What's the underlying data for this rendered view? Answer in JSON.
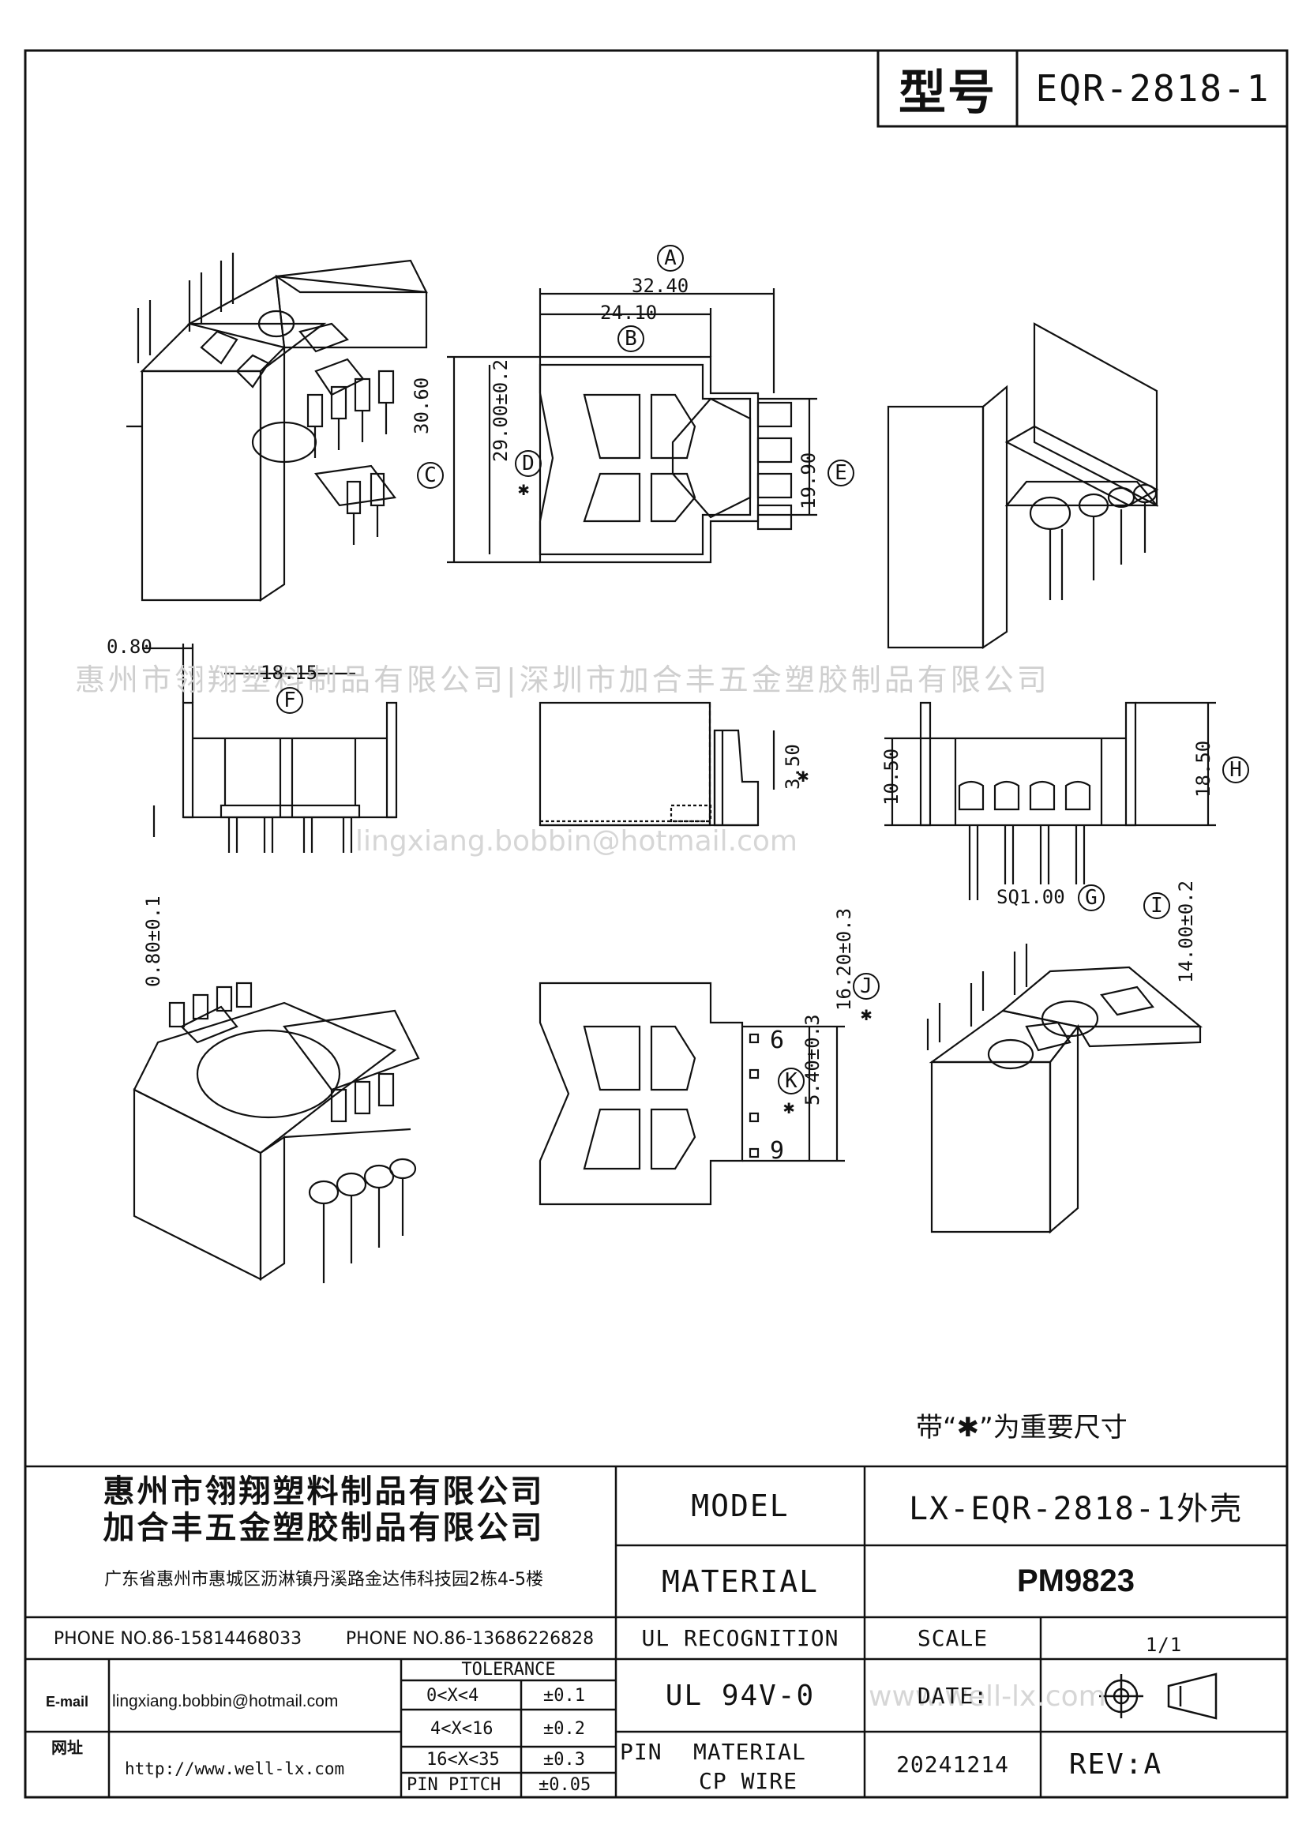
{
  "header": {
    "model_label": "型号",
    "model_value": "EQR-2818-1"
  },
  "watermarks": {
    "company_line": "惠州市翎翔塑料制品有限公司|深圳市加合丰五金塑胶制品有限公司",
    "email": "lingxiang.bobbin@hotmail.com",
    "website": "www.well-lx.com"
  },
  "dimensions": {
    "a_label": "A",
    "a_value": "32.40",
    "b_label": "B",
    "b_value": "24.10",
    "c_label": "C",
    "c_value": "30.60",
    "d_label": "D",
    "d_value": "29.00±0.2",
    "e_label": "E",
    "e_value": "19.90",
    "f_label": "F",
    "f_value": "18.15",
    "f_side_value": "0.80",
    "pin_height": "0.80±0.1",
    "side_value": "3.50",
    "g_label": "G",
    "g_value": "SQ1.00",
    "h_label": "H",
    "h_value": "18.50",
    "i_label": "I",
    "i_value": "14.00±0.2",
    "height_value": "10.50",
    "j_label": "J",
    "j_value": "16.20±0.3",
    "k_label": "K",
    "k_value": "5.40±0.3",
    "pin_6": "6",
    "pin_9": "9",
    "star": "✱"
  },
  "note": "带“✱”为重要尺寸",
  "title_block": {
    "company_1": "惠州市翎翔塑料制品有限公司",
    "company_2": "加合丰五金塑胶制品有限公司",
    "address": "广东省惠州市惠城区沥淋镇丹溪路金达伟科技园2栋4-5楼",
    "phone_1": "PHONE NO.86-15814468033",
    "phone_2": "PHONE NO.86-13686226828",
    "email_label": "E-mail",
    "email_value": "lingxiang.bobbin@hotmail.com",
    "web_label": "网址",
    "web_value": "http://www.well-lx.com",
    "tolerance_header": "TOLERANCE",
    "tolerance_rows": [
      {
        "range": "0<X<4",
        "tol": "±0.1"
      },
      {
        "range": "4<X<16",
        "tol": "±0.2"
      },
      {
        "range": "16<X<35",
        "tol": "±0.3"
      },
      {
        "range": "PIN PITCH",
        "tol": "±0.05"
      }
    ],
    "model_label": "MODEL",
    "model_value": "LX-EQR-2818-1外壳",
    "material_label": "MATERIAL",
    "material_value": "PM9823",
    "ul_label": "UL RECOGNITION",
    "ul_value": "UL 94V-0",
    "scale_label": "SCALE",
    "scale_value": "1/1",
    "date_label": "DATE:",
    "date_value": "20241214",
    "pin_label": "PIN",
    "pin_material_label": "MATERIAL",
    "pin_material_value": "CP WIRE",
    "rev_label": "REV:A"
  }
}
